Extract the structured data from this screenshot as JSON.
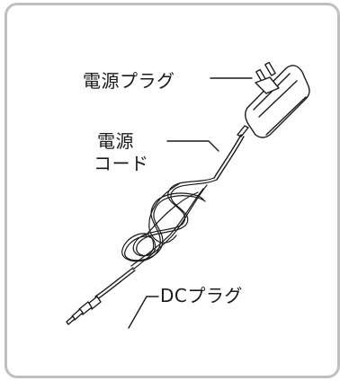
{
  "labels": {
    "power_plug": "電源プラグ",
    "power_cord_line1": "電源",
    "power_cord_line2": "コード",
    "dc_plug": "DCプラグ"
  },
  "colors": {
    "panel_border": "#bfbfbf",
    "line": "#1a1a1a"
  }
}
